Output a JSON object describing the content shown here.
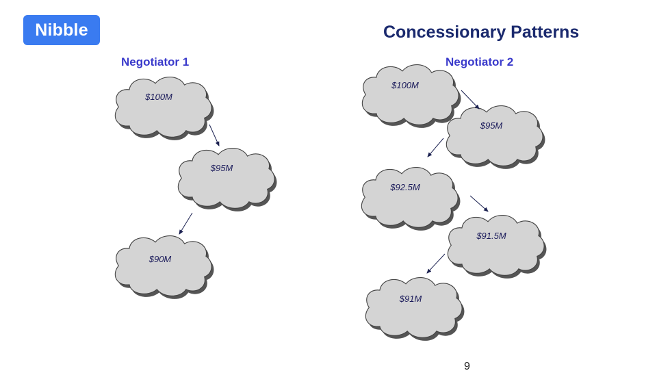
{
  "logo": {
    "text": "Nibble"
  },
  "title": "Concessionary Patterns",
  "negotiator1": {
    "label": "Negotiator 1",
    "offers": [
      "$100M",
      "$95M",
      "$90M"
    ]
  },
  "negotiator2": {
    "label": "Negotiator 2",
    "offers": [
      "$100M",
      "$95M",
      "$92.5M",
      "$91.5M",
      "$91M"
    ]
  },
  "page_number": "9",
  "colors": {
    "logo_bg": "#3a7bf0",
    "title": "#1b2a6e",
    "negotiator_label": "#3a3acb",
    "cloud_fill": "#d4d4d4",
    "cloud_stroke": "#444444",
    "cloud_shadow": "#555555",
    "offer_text": "#1a1a5a",
    "arrow": "#1a2050"
  }
}
